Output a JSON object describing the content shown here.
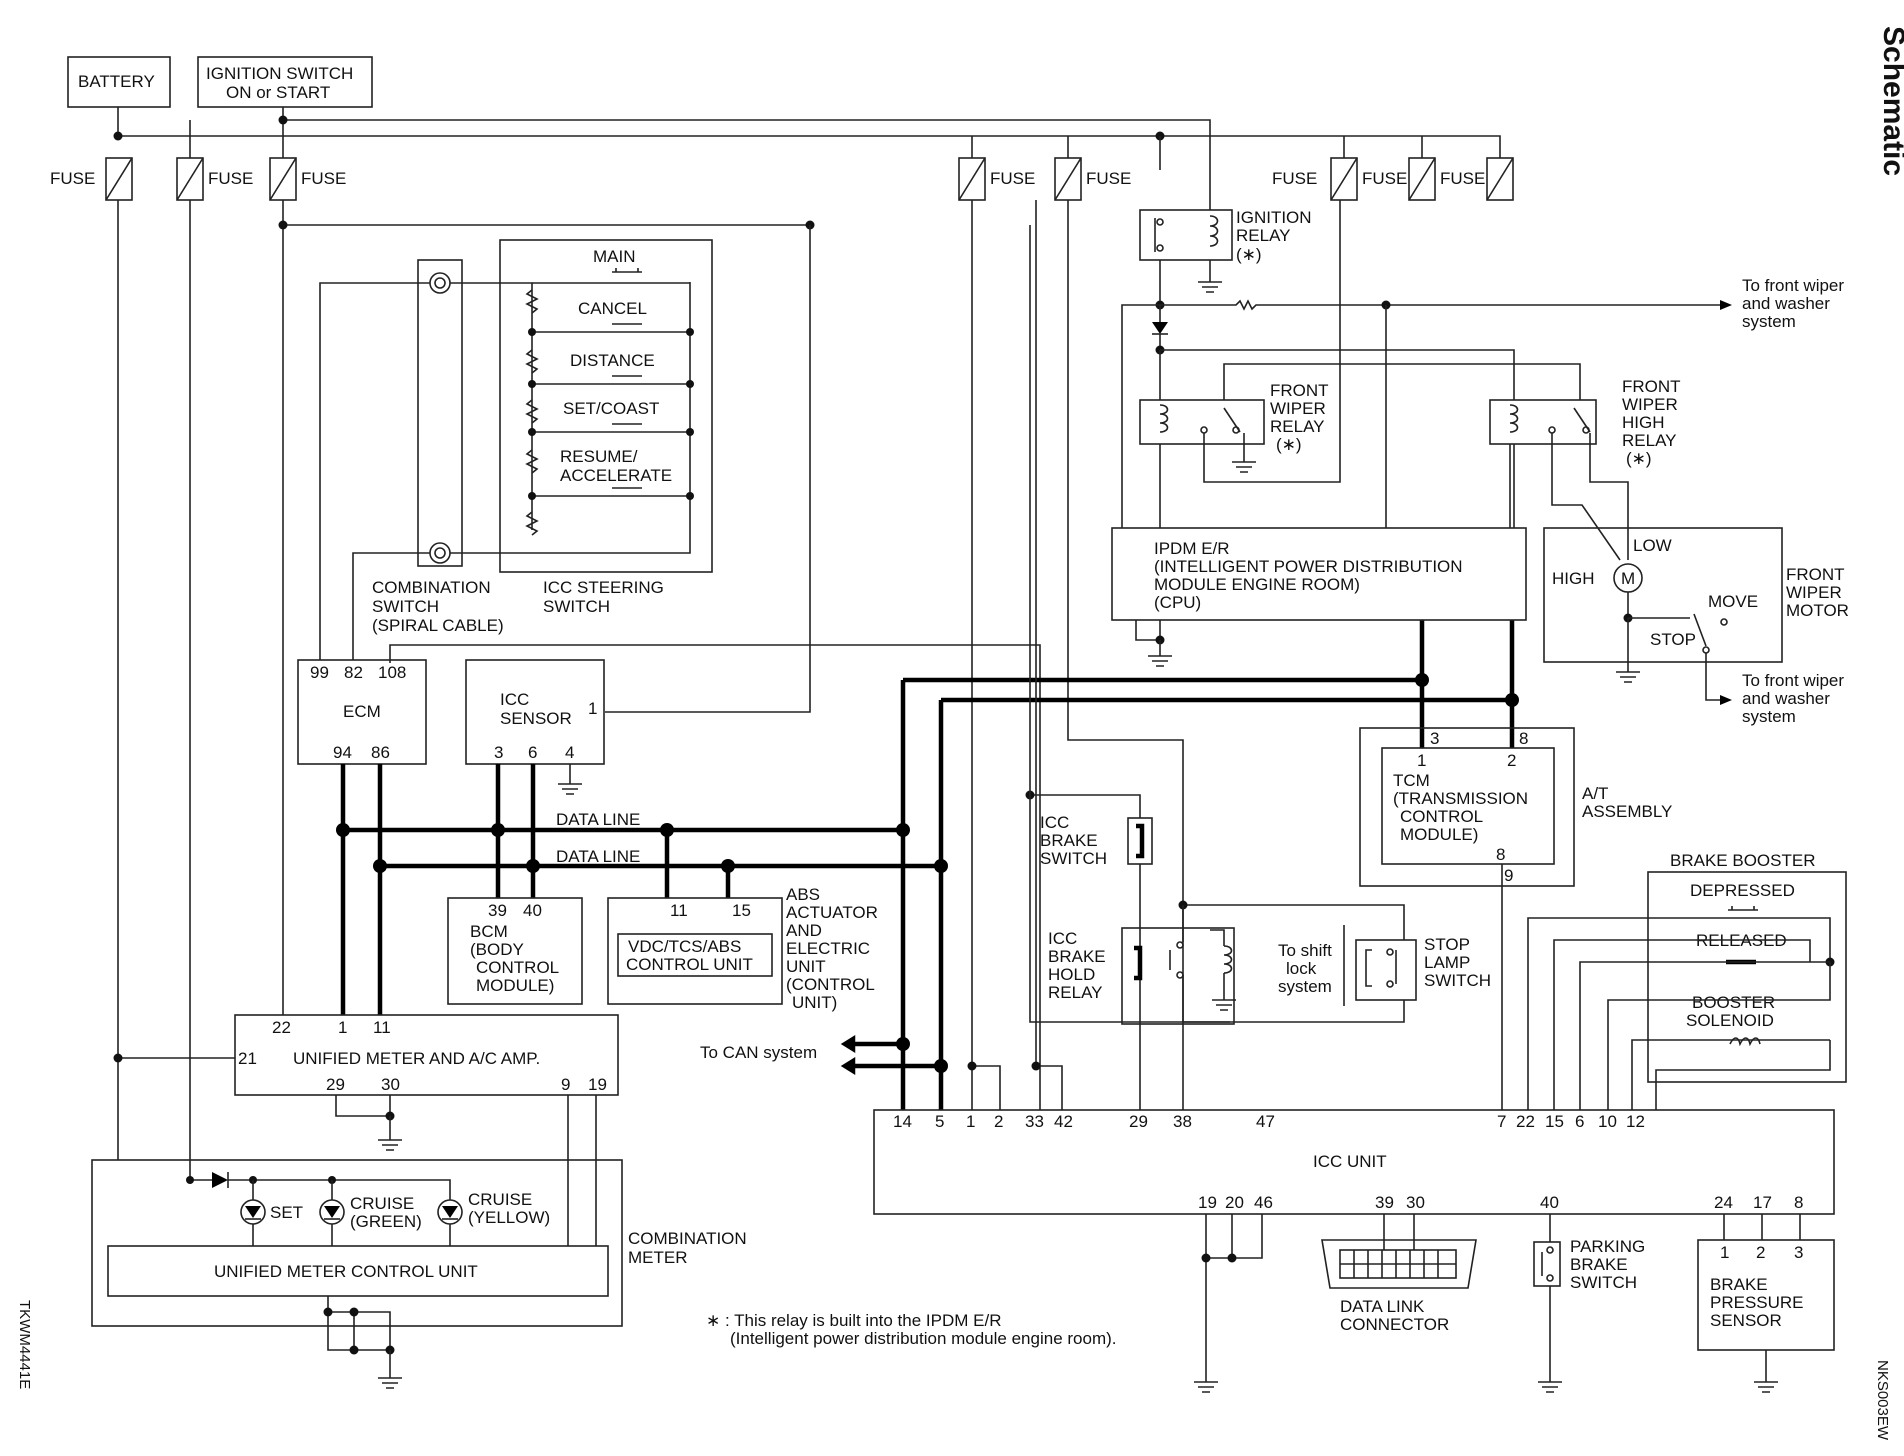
{
  "title": "Schematic",
  "side_code_left": "TKWM4441E",
  "side_code_right": "NKS003EW",
  "power": {
    "battery": "BATTERY",
    "ignition_line1": "IGNITION SWITCH",
    "ignition_line2": "ON or START",
    "fuse": "FUSE"
  },
  "steering": {
    "buttons": [
      "MAIN",
      "CANCEL",
      "DISTANCE",
      "SET/COAST",
      "RESUME/",
      "ACCELERATE"
    ],
    "icc_switch_line1": "ICC STEERING",
    "icc_switch_line2": "SWITCH",
    "combo_line1": "COMBINATION",
    "combo_line2": "SWITCH",
    "combo_line3": "(SPIRAL CABLE)"
  },
  "ecm": {
    "label": "ECM",
    "pins_top": [
      "99",
      "82",
      "108"
    ],
    "pins_bottom": [
      "94",
      "86"
    ]
  },
  "icc_sensor": {
    "line1": "ICC",
    "line2": "SENSOR",
    "pin1": "1",
    "pins_bottom": [
      "3",
      "6",
      "4"
    ]
  },
  "data_line": "DATA LINE",
  "bcm": {
    "pins": [
      "39",
      "40"
    ],
    "lines": [
      "BCM",
      "(BODY",
      "CONTROL",
      "MODULE)"
    ]
  },
  "abs": {
    "pins": [
      "11",
      "15"
    ],
    "inner1": "VDC/TCS/ABS",
    "inner2": "CONTROL UNIT",
    "lines": [
      "ABS",
      "ACTUATOR",
      "AND",
      "ELECTRIC",
      "UNIT",
      "(CONTROL",
      "UNIT)"
    ]
  },
  "meter_amp": {
    "label": "UNIFIED METER AND A/C AMP.",
    "pins_top": [
      "22",
      "1",
      "11"
    ],
    "pin_left": "21",
    "pins_bottom": [
      "29",
      "30",
      "9",
      "19"
    ]
  },
  "combination_meter": {
    "line1": "COMBINATION",
    "line2": "METER",
    "control_unit": "UNIFIED METER CONTROL UNIT",
    "set": "SET",
    "cruise": "CRUISE",
    "green": "(GREEN)",
    "yellow": "(YELLOW)"
  },
  "can_label": "To CAN system",
  "ignition_relay": {
    "line1": "IGNITION",
    "line2": "RELAY",
    "star": "(∗)"
  },
  "wiper": {
    "to_front_1": "To front wiper",
    "to_front_2": "and washer",
    "to_front_3": "system",
    "relay": [
      "FRONT",
      "WIPER",
      "RELAY",
      "(∗)"
    ],
    "high_relay": [
      "FRONT",
      "WIPER",
      "HIGH",
      "RELAY",
      "(∗)"
    ],
    "motor": [
      "FRONT",
      "WIPER",
      "MOTOR"
    ],
    "low": "LOW",
    "high": "HIGH",
    "move": "MOVE",
    "stop": "STOP",
    "m": "M"
  },
  "ipdm": {
    "lines": [
      "IPDM E/R",
      "(INTELLIGENT POWER DISTRIBUTION",
      "MODULE ENGINE ROOM)",
      "(CPU)"
    ]
  },
  "at": {
    "pins_outer": [
      "3",
      "8"
    ],
    "pins_inner": [
      "1",
      "2"
    ],
    "pin8": "8",
    "pin9": "9",
    "tcm": [
      "TCM",
      "(TRANSMISSION",
      "CONTROL",
      "MODULE)"
    ],
    "assembly": [
      "A/T",
      "ASSEMBLY"
    ]
  },
  "brake_booster": {
    "title": "BRAKE BOOSTER",
    "depressed": "DEPRESSED",
    "released": "RELEASED",
    "solenoid1": "BOOSTER",
    "solenoid2": "SOLENOID"
  },
  "icc_brake_switch": [
    "ICC",
    "BRAKE",
    "SWITCH"
  ],
  "icc_brake_hold": [
    "ICC",
    "BRAKE",
    "HOLD",
    "RELAY"
  ],
  "shift_lock": [
    "To shift",
    "lock",
    "system"
  ],
  "stop_lamp": [
    "STOP",
    "LAMP",
    "SWITCH"
  ],
  "icc_unit": {
    "label": "ICC  UNIT",
    "pins_top": [
      "14",
      "5",
      "1",
      "2",
      "33",
      "42",
      "29",
      "38",
      "47",
      "7",
      "22",
      "15",
      "6",
      "10",
      "12"
    ],
    "pins_bottom": [
      "19",
      "20",
      "46",
      "39",
      "30",
      "40",
      "24",
      "17",
      "8"
    ]
  },
  "dlc": [
    "DATA LINK",
    "CONNECTOR"
  ],
  "parking": [
    "PARKING",
    "BRAKE",
    "SWITCH"
  ],
  "bps": {
    "pins": [
      "1",
      "2",
      "3"
    ],
    "lines": [
      "BRAKE",
      "PRESSURE",
      "SENSOR"
    ]
  },
  "footnote1": "∗ : This relay is built into the IPDM E/R",
  "footnote2": "(Intelligent power distribution module engine room)."
}
